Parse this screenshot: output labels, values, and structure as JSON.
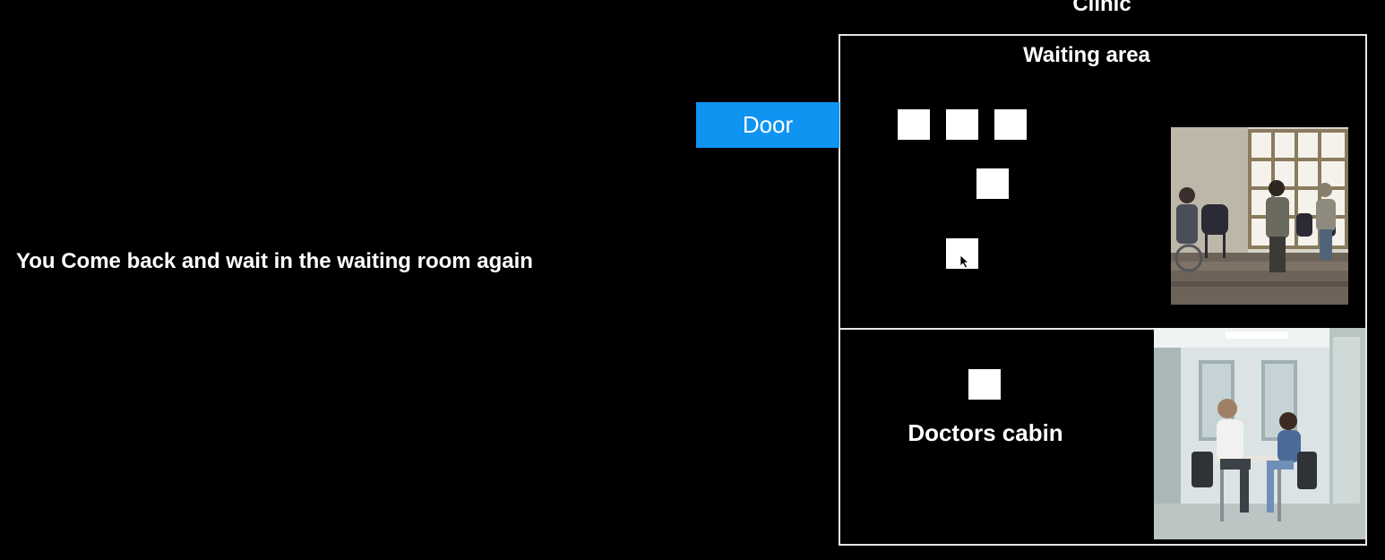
{
  "narration": "You Come back and wait in the waiting room again",
  "clinic": {
    "title": "Clinic",
    "waiting_area": {
      "title": "Waiting area",
      "photo_icon": "waiting-room-photo"
    },
    "door": {
      "label": "Door",
      "color": "#0f94f2"
    },
    "doctors_cabin": {
      "title": "Doctors cabin",
      "photo_icon": "consultation-photo"
    }
  }
}
